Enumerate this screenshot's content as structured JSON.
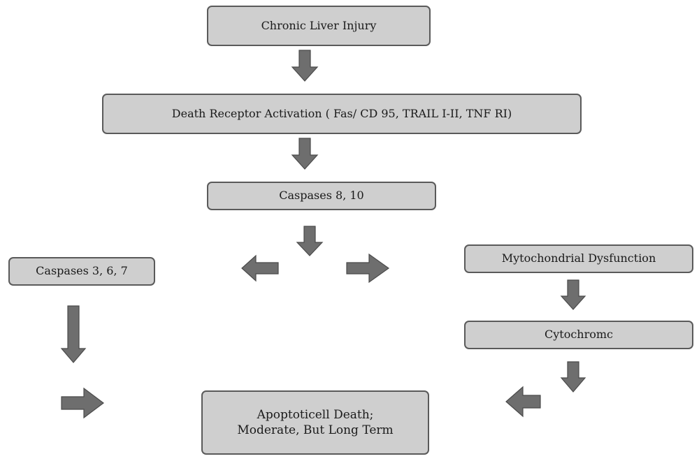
{
  "nodes": {
    "chronic_liver_injury": "Chronic Liver Injury",
    "death_receptor_activation": "Death Receptor Activation ( Fas/ CD 95, TRAIL I-II, TNF RI)",
    "caspases_8_10": "Caspases 8, 10",
    "caspases_3_6_7": "Caspases 3, 6, 7",
    "mitochondrial_dysfunction": "Mytochondrial Dysfunction",
    "cytochrome": "Cytochromc",
    "apoptotic_death": {
      "line1": "Apoptoticell Death;",
      "line2": "Moderate, But Long Term"
    }
  },
  "colors": {
    "box_fill": "#cfcfcf",
    "box_border": "#5a5a5a",
    "arrow_fill": "#6e6e6e"
  }
}
